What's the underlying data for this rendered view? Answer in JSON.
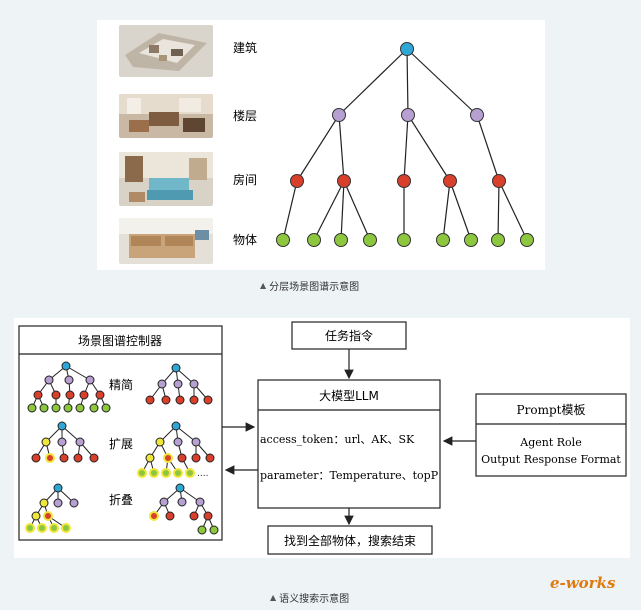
{
  "hierarchy_figure": {
    "level_labels": [
      "建筑",
      "楼层",
      "房间",
      "物体"
    ],
    "caption": "分层场景图谱示意图",
    "node_colors": {
      "building": "#2fa7d6",
      "floor": "#b79fd1",
      "room": "#d8402b",
      "object": "#8dc63f"
    }
  },
  "search_figure": {
    "controller_title": "场景图谱控制器",
    "controller_modes": [
      "精简",
      "扩展",
      "折叠"
    ],
    "task_box": "任务指令",
    "llm_title": "大模型LLM",
    "llm_line1": "access_token：url、AK、SK",
    "llm_line2": "parameter：Temperature、topP",
    "prompt_title": "Prompt模板",
    "prompt_line1": "Agent Role",
    "prompt_line2": "Output Response Format",
    "result_box": "找到全部物体，搜索结束",
    "caption": "语义搜索示意图",
    "highlight_color": "#f0e63a"
  },
  "watermark": "e-works"
}
